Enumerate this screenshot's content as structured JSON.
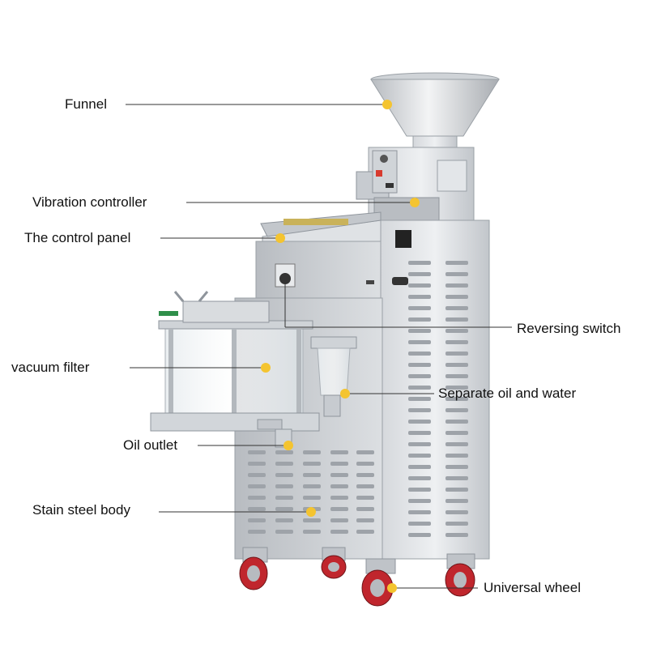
{
  "labels": {
    "funnel": "Funnel",
    "vibration": "Vibration controller",
    "control_panel": "The control panel",
    "reversing": "Reversing switch",
    "vacuum": "vacuum filter",
    "separate": "Separate oil and water",
    "outlet": "Oil outlet",
    "body": "Stain steel body",
    "wheel": "Universal wheel"
  },
  "colors": {
    "marker": "#f4c430",
    "steel_light": "#e9ebee",
    "steel_mid": "#c9cdd2",
    "steel_dark": "#8f959c",
    "wheel_red": "#c0262d",
    "leader_line": "#333333"
  }
}
